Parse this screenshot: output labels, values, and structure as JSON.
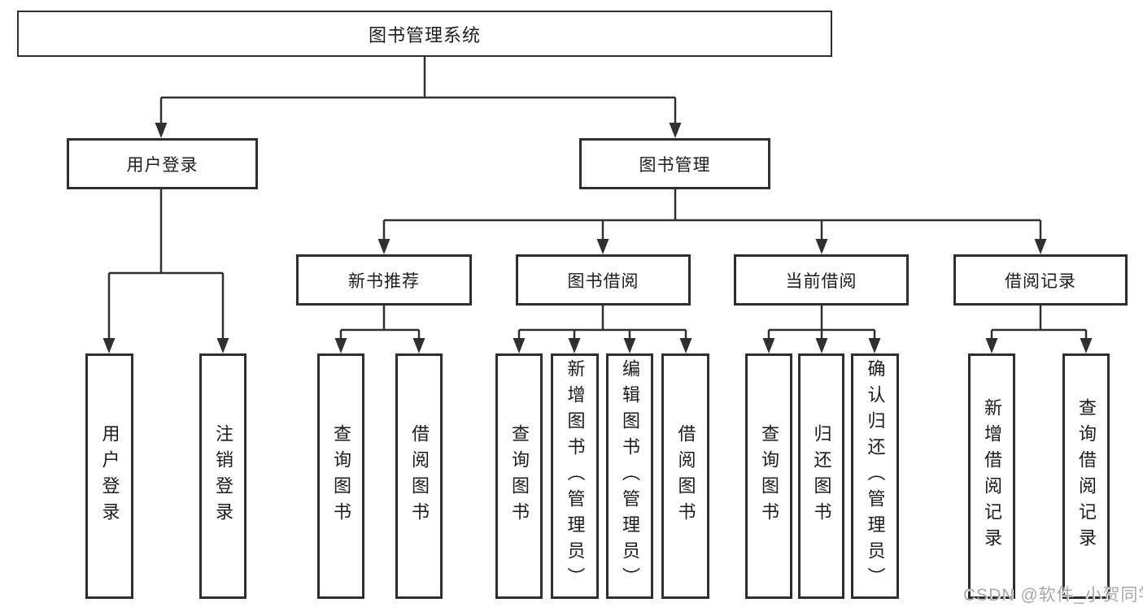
{
  "diagram": {
    "title": "图书管理系统",
    "root": {
      "label": "图书管理系统"
    },
    "level1": [
      {
        "label": "用户登录"
      },
      {
        "label": "图书管理"
      }
    ],
    "level2": [
      {
        "label": "新书推荐"
      },
      {
        "label": "图书借阅"
      },
      {
        "label": "当前借阅"
      },
      {
        "label": "借阅记录"
      }
    ],
    "leaves": [
      {
        "label": "用户登录",
        "parent": "用户登录"
      },
      {
        "label": "注销登录",
        "parent": "用户登录"
      },
      {
        "label": "查询图书",
        "parent": "新书推荐"
      },
      {
        "label": "借阅图书",
        "parent": "新书推荐"
      },
      {
        "label": "查询图书",
        "parent": "图书借阅"
      },
      {
        "label": "新增图书（管理员）",
        "parent": "图书借阅"
      },
      {
        "label": "编辑图书（管理员）",
        "parent": "图书借阅"
      },
      {
        "label": "借阅图书",
        "parent": "图书借阅"
      },
      {
        "label": "查询图书",
        "parent": "当前借阅"
      },
      {
        "label": "归还图书",
        "parent": "当前借阅"
      },
      {
        "label": "确认归还（管理员）",
        "parent": "当前借阅"
      },
      {
        "label": "新增借阅记录",
        "parent": "借阅记录"
      },
      {
        "label": "查询借阅记录",
        "parent": "借阅记录"
      }
    ]
  },
  "watermark": {
    "text": "CSDN @软件_小贺同学"
  },
  "colors": {
    "line": "#303030",
    "border": "#2e2e2e",
    "text": "#1c1c1c",
    "background": "#ffffff",
    "watermark": "#a8a8a8"
  }
}
